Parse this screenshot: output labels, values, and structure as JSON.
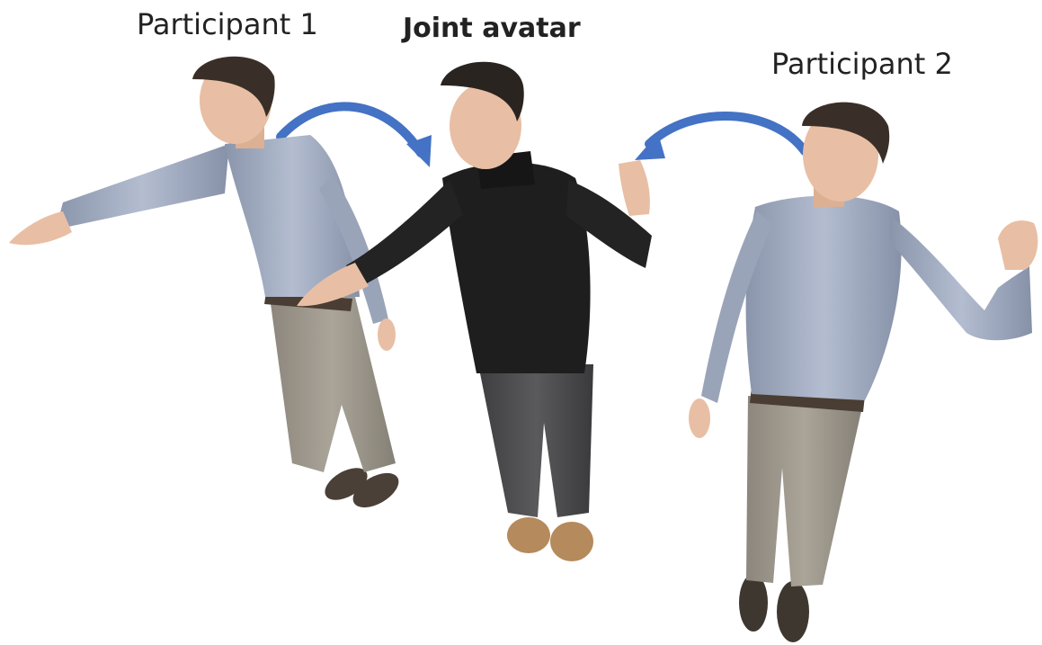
{
  "labels": {
    "participant_1": "Participant 1",
    "joint_avatar": "Joint avatar",
    "participant_2": "Participant 2"
  },
  "colors": {
    "arrow": "#4472c4",
    "shirt": "#a9b3c8",
    "shirt_shade": "#7f8aa0",
    "pants": "#a39d92",
    "pants_shade": "#7f7a70",
    "skin": "#e8bfa4",
    "hair": "#3a2f28",
    "shoes_dark": "#4a4038",
    "sweater": "#1e1e1e",
    "jeans": "#4c4c4e",
    "boots": "#b58a5c",
    "belt": "#4a3d33"
  }
}
